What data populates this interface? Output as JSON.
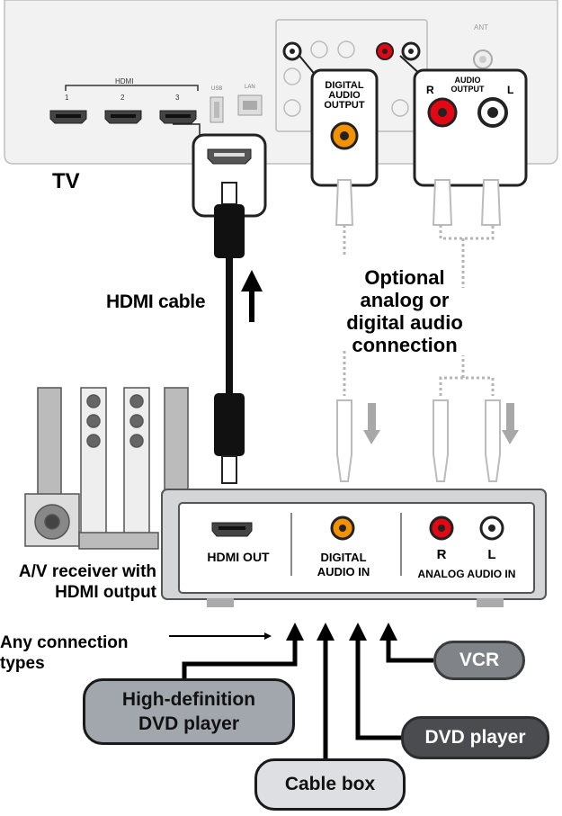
{
  "tv": {
    "title": "TV",
    "hdmi_group_label": "HDMI",
    "hdmi_port_numbers": [
      "1",
      "2",
      "3"
    ],
    "usb_label": "USB",
    "lan_label": "LAN",
    "ant_label": "ANT"
  },
  "callouts": {
    "digital_audio_output": [
      "DIGITAL",
      "AUDIO",
      "OUTPUT"
    ],
    "audio_output": {
      "r": "R",
      "l": "L",
      "title": [
        "AUDIO",
        "OUTPUT"
      ]
    }
  },
  "labels": {
    "hdmi_cable": "HDMI cable",
    "optional_connection": [
      "Optional",
      "analog or",
      "digital audio",
      "connection"
    ],
    "receiver": [
      "A/V receiver with",
      "HDMI output"
    ],
    "any_connection": [
      "Any connection",
      "types"
    ]
  },
  "receiver_panel": {
    "hdmi_out": "HDMI OUT",
    "digital_audio_in": [
      "DIGITAL",
      "AUDIO IN"
    ],
    "r": "R",
    "l": "L",
    "analog_audio_in": "ANALOG AUDIO IN"
  },
  "sources": {
    "hd_dvd": [
      "High-definition",
      "DVD player"
    ],
    "cable_box": "Cable box",
    "dvd_player": "DVD player",
    "vcr": "VCR"
  },
  "colors": {
    "digital_audio": "#f39200",
    "audio_right": "#e30613",
    "audio_left": "#ffffff",
    "tv_panel": "#f2f2f2",
    "receiver_body": "#d4d5d7",
    "outline": "#1a1a1a"
  }
}
